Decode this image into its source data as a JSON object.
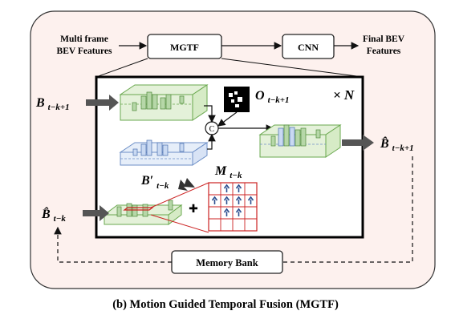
{
  "diagram": {
    "flow": {
      "input_line1": "Multi frame",
      "input_line2": "BEV Features",
      "mgtf_label": "MGTF",
      "cnn_label": "CNN",
      "output_line1": "Final BEV",
      "output_line2": "Features"
    },
    "module": {
      "repeat_label": "× N",
      "occupancy_label": {
        "base": "O",
        "sub": "t−k+1"
      },
      "concat_symbol": "C",
      "plus_symbol": "✚",
      "motion_label": {
        "base": "M",
        "sub": "t−k"
      },
      "warped_label": {
        "base": "B′",
        "sub": "t−k"
      }
    },
    "external": {
      "input_current": {
        "base": "B",
        "sub": "t−k+1"
      },
      "input_hat_prev": {
        "base": "B̂",
        "sub": "t−k"
      },
      "output_hat": {
        "base": "B̂",
        "sub": "t−k+1"
      },
      "memory_bank": "Memory Bank"
    },
    "caption": "(b) Motion Guided Temporal Fusion (MGTF)",
    "colors": {
      "outer_fill": "#fdf1ee",
      "outer_stroke": "#333333",
      "green_fill": "#e4f1d9",
      "green_stroke": "#6aa84f",
      "green_block": "#b6d7a8",
      "blue_fill": "#e6eef9",
      "blue_stroke": "#6d8fc7",
      "blue_block": "#c9d9f2",
      "red_line": "#cc2222",
      "arrow_blue": "#2a4d8f",
      "grey_arrow": "#555555"
    }
  }
}
